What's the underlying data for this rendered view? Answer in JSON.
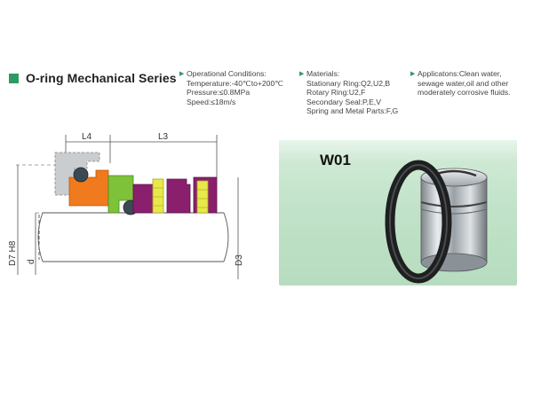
{
  "series": {
    "title": "O-ring Mechanical Series"
  },
  "operational_conditions": {
    "heading": "Operational Conditions:",
    "temperature": "Temperature:-40℃to+200℃",
    "pressure": "Pressure:≤0.8MPa",
    "speed": "Speed:≤18m/s"
  },
  "materials": {
    "heading": "Materials:",
    "stationary_ring": "Stationary Ring:Q2,U2,B",
    "rotary_ring": "Rotary Ring:U2,F",
    "secondary_seal": "Secondary Seal:P,E,V",
    "spring_metal": "Spring and Metal Parts:F,G"
  },
  "applications": {
    "text": "Applicatons:Clean water, sewage water,oil and other moderately corrosive fluids."
  },
  "diagram": {
    "dim_l4": "L4",
    "dim_l3": "L3",
    "dim_d7": "D7 H8",
    "dim_d": "d",
    "dim_d3": "D3"
  },
  "product": {
    "model": "W01"
  },
  "colors": {
    "accent_green": "#2e9a63",
    "seal_orange": "#f07a1e",
    "ring_green": "#7ec23a",
    "ring_purple": "#8a1f6e",
    "spring_yellow": "#e8e84a",
    "oring_dark": "#3a4a55",
    "panel_green": "#c2e3c9"
  }
}
